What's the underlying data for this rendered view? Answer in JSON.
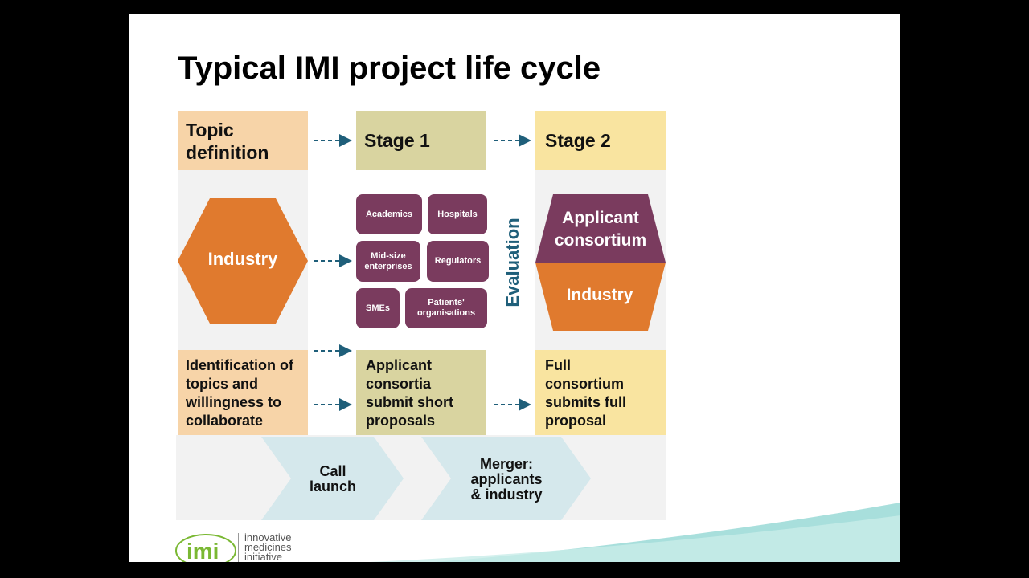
{
  "title": "Typical IMI project life cycle",
  "col1": {
    "header_line1": "Topic",
    "header_line2": "definition",
    "hexagon": "Industry",
    "bottom": [
      "Identification of",
      "topics and",
      "willingness to",
      "collaborate"
    ]
  },
  "col2": {
    "header": "Stage 1",
    "pills": [
      "Academics",
      "Hospitals",
      "Mid-size enterprises",
      "Regulators",
      "SMEs",
      "Patients' organisations"
    ],
    "bottom": [
      "Applicant",
      "consortia",
      "submit short",
      "proposals"
    ]
  },
  "evaluation": "Evaluation",
  "col3": {
    "header": "Stage 2",
    "hex_top_line1": "Applicant",
    "hex_top_line2": "consortium",
    "hex_bottom": "Industry",
    "bottom": [
      "Full",
      "consortium",
      "submits full",
      "proposal"
    ]
  },
  "chevrons": {
    "first_line1": "Call",
    "first_line2": "launch",
    "second_line1": "Merger:",
    "second_line2": "applicants",
    "second_line3": "& industry"
  },
  "logo": {
    "mark": "imi",
    "line1": "innovative",
    "line2": "medicines",
    "line3": "initiative"
  },
  "colors": {
    "peach": "#f7d4a8",
    "olive": "#d9d4a0",
    "yellow": "#f9e4a0",
    "orange": "#e07a2e",
    "plum": "#7a3b5e",
    "teal": "#1f5f7a",
    "chevron": "#d5e8ec",
    "logo_green": "#7ab833"
  }
}
